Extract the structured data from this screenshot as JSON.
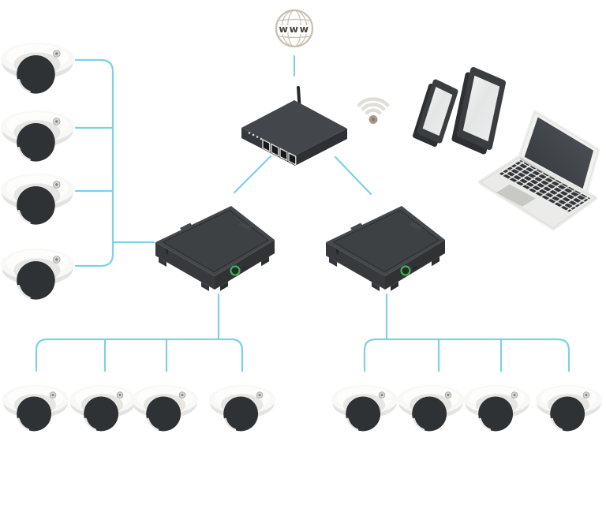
{
  "internet": {
    "label": "www",
    "icon": "globe-icon"
  },
  "wifi": {
    "icon": "wifi-icon",
    "arcs": 3
  },
  "devices": {
    "router": {
      "name": "wireless-router",
      "ports": 4,
      "leds": 4,
      "antennas": 1
    },
    "recorders": [
      {
        "name": "recorder-left",
        "power_led": "green"
      },
      {
        "name": "recorder-right",
        "power_led": "green"
      }
    ],
    "clients": [
      {
        "name": "smartphone"
      },
      {
        "name": "tablet"
      },
      {
        "name": "laptop"
      }
    ],
    "cameras": {
      "type": "dome-camera",
      "left_column": 4,
      "bottom_left_row": 4,
      "bottom_right_row": 4,
      "total": 12
    }
  },
  "colors": {
    "connection_line": "#7cd1e8",
    "device_dark_top": "#43464a",
    "device_dark_left": "#36393c",
    "device_dark_right": "#2e3134",
    "camera_dome": "#2f3235",
    "camera_body": "#f8f8f7",
    "power_led_green": "#3db54c",
    "globe_beige": "#c9c0b1",
    "wifi_gray": "#e1ded7",
    "wifi_dot": "#a79a89",
    "screen_glass": "#e9ebea",
    "laptop_body": "#ebebe9",
    "background": "#ffffff"
  }
}
